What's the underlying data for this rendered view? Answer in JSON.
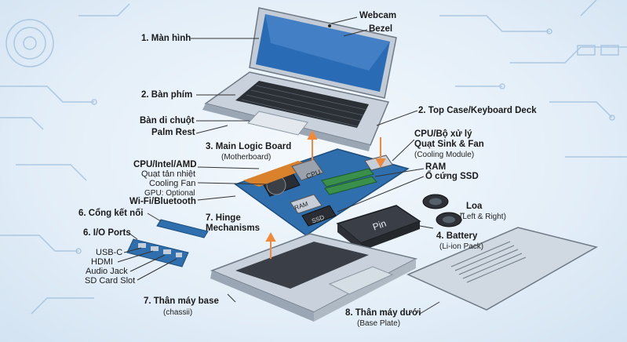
{
  "labels": {
    "webcam": "Webcam",
    "bezel": "Bezel",
    "screen": "1. Màn hình",
    "keyboard": "2. Bàn phím",
    "touchpad": "Bàn di chuột",
    "palm_rest": "Palm Rest",
    "top_case": "2. Top Case/Keyboard Deck",
    "cpu_vi": "CPU/Bộ xử lý",
    "sink_fan": "Quạt Sink & Fan",
    "cooling_module": "(Cooling Module)",
    "logic_board": "3. Main Logic Board",
    "motherboard": "(Motherboard)",
    "ram": "RAM",
    "ssd_vi": "Ổ cứng SSD",
    "cpu_intel_amd": "CPU/Intel/AMD",
    "fan_vi": "Quạt tản nhiệt",
    "cooling_fan": "Cooling Fan",
    "gpu": "GPU: Optional",
    "wifi": "Wi-Fi/Bluetooth",
    "ports_vi": "6. Cổng kết nối",
    "hinge": "7. Hinge",
    "hinge2": "Mechanisms",
    "speaker": "Loa",
    "left_right": "(Left & Right)",
    "io_ports": "6. I/O Ports",
    "battery": "4. Battery",
    "li_ion": "(Li-ion Pack)",
    "usbc": "USB-C",
    "hdmi": "HDMI",
    "audio_jack": "Audio Jack",
    "sd_card": "SD Card Slot",
    "chassis_vi": "7. Thân máy base",
    "chassis": "(chassii)",
    "base_vi": "8. Thân máy dưới",
    "base_plate": "(Base Plate)"
  },
  "chips": {
    "cpu": "CPU",
    "ram": "RAM",
    "ssd": "SSD",
    "pin": "Pin"
  },
  "colors": {
    "pcb": "#2f6fae",
    "accent": "#f08a3a",
    "metal": "#b9c4cf",
    "screen": "#2a6bb5"
  }
}
